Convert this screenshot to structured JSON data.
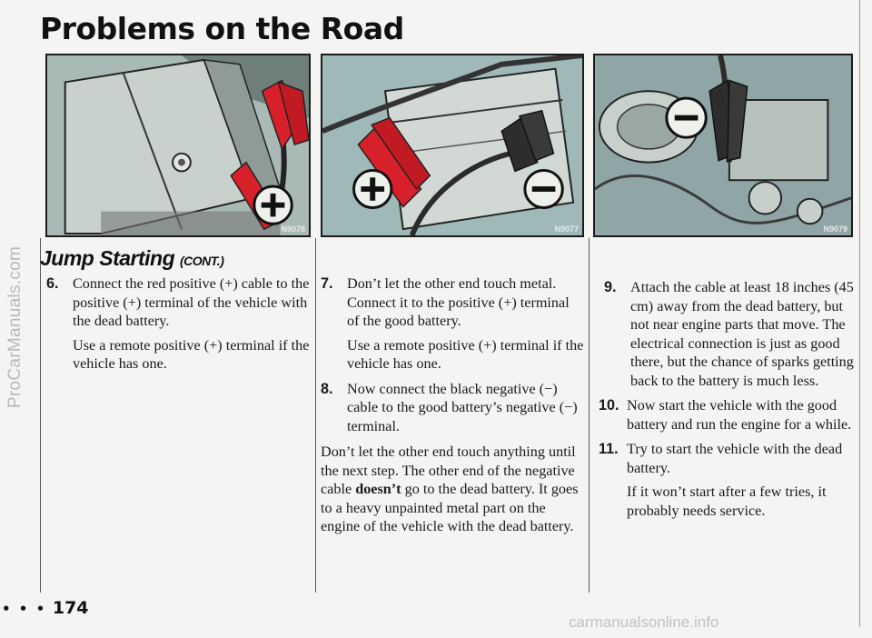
{
  "watermark_side": "ProCarManuals.com",
  "watermark_bottom": "carmanualsonline.info",
  "page_title": "Problems on the Road",
  "section_heading": "Jump Starting",
  "section_heading_cont": "(CONT.)",
  "page_number": "174",
  "page_number_dots": "• • •",
  "figures": [
    {
      "code": "N9078"
    },
    {
      "code": "N9077"
    },
    {
      "code": "N9079"
    }
  ],
  "col1": {
    "step6_num": "6.",
    "step6_text": "Connect the red positive (+) cable to the positive (+) terminal of the vehicle with the dead battery.",
    "step6_note": "Use a remote positive (+) terminal if the vehicle has one."
  },
  "col2": {
    "step7_num": "7.",
    "step7_text": "Don’t let the other end touch metal. Connect it to the positive (+) terminal of the good battery.",
    "step7_note": "Use a remote positive (+) terminal if the vehicle has one.",
    "step8_num": "8.",
    "step8_text": "Now connect the black negative (−) cable to the good battery’s negative (−) terminal.",
    "para_before": "Don’t let the other end touch anything until the next step. The other end of the negative cable ",
    "para_bold": "doesn’t",
    "para_after": " go to the dead battery. It goes to a heavy unpainted metal part on the engine of the vehicle with the dead battery."
  },
  "col3": {
    "step9_num": "9.",
    "step9_text": "Attach the cable at least 18 inches (45 cm) away from the dead battery, but not near engine parts that move. The electrical connection is just as good there, but the chance of sparks getting back to the battery is much less.",
    "step10_num": "10.",
    "step10_text": "Now start the vehicle with the good battery and run the engine for a while.",
    "step11_num": "11.",
    "step11_text": "Try to start the vehicle with the dead battery.",
    "step11_note": "If it won’t start after a few tries, it probably needs service."
  },
  "colors": {
    "clamp_red": "#d8202a",
    "photo_bg": "#9fb3b2",
    "ink": "#1a1a1a"
  }
}
